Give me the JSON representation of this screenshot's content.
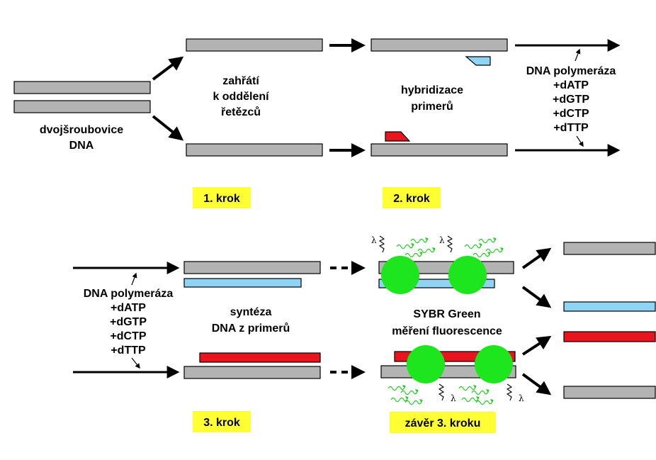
{
  "labels": {
    "dsdna_line1": "dvojšroubovice",
    "dsdna_line2": "DNA",
    "heat_line1": "zahřátí",
    "heat_line2": "k oddělení",
    "heat_line3": "řetězců",
    "hyb_line1": "hybridizace",
    "hyb_line2": "primerů",
    "poly_top": [
      "DNA polymeráza",
      "+dATP",
      "+dGTP",
      "+dCTP",
      "+dTTP"
    ],
    "poly_left": [
      "DNA polymeráza",
      "+dATP",
      "+dGTP",
      "+dCTP",
      "+dTTP"
    ],
    "synth_line1": "syntéza",
    "synth_line2": "DNA z primerů",
    "sybr_line1": "SYBR Green",
    "sybr_line2": "měření fluorescence",
    "lambda": "λ"
  },
  "steps": {
    "step1": "1. krok",
    "step2": "2. krok",
    "step3": "3. krok",
    "step3_end": "závěr 3. kroku"
  },
  "colors": {
    "template_strand": "#b3b3b3",
    "forward_primer": "#8fd3f5",
    "reverse_primer": "#e8141e",
    "sybr_green_dye": "#1ee61e",
    "fluorescence": "#22cc22",
    "step_badge": "#ffff33"
  }
}
